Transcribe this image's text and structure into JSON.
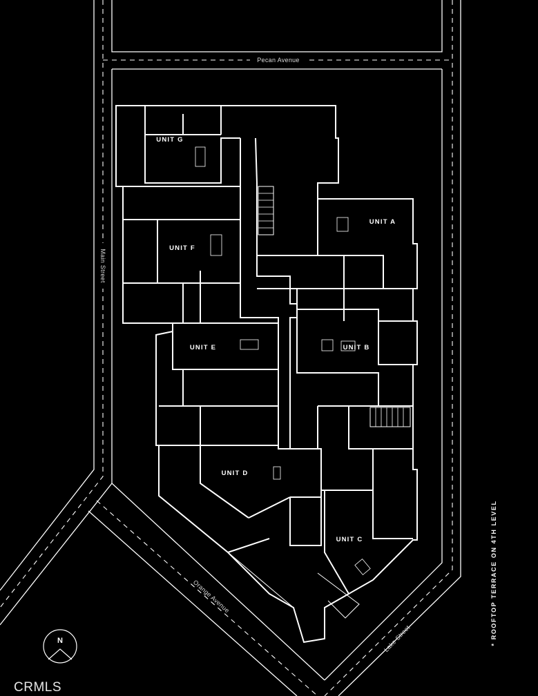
{
  "streets": {
    "north": "Pecan Avenue",
    "west": "Main Street",
    "southwest": "Orange Avenue",
    "southeast": "Lake Street"
  },
  "units": [
    {
      "id": "G",
      "label": "UNIT G"
    },
    {
      "id": "A",
      "label": "UNIT A"
    },
    {
      "id": "F",
      "label": "UNIT F"
    },
    {
      "id": "E",
      "label": "UNIT E"
    },
    {
      "id": "B",
      "label": "UNIT B"
    },
    {
      "id": "D",
      "label": "UNIT D"
    },
    {
      "id": "C",
      "label": "UNIT C"
    }
  ],
  "note": "* ROOFTOP TERRACE ON 4TH LEVEL",
  "compass": {
    "letter": "N",
    "icon": "north-arrow-icon"
  },
  "watermark": "CRMLS",
  "colors": {
    "background": "#000000",
    "lines": "#ffffff"
  }
}
